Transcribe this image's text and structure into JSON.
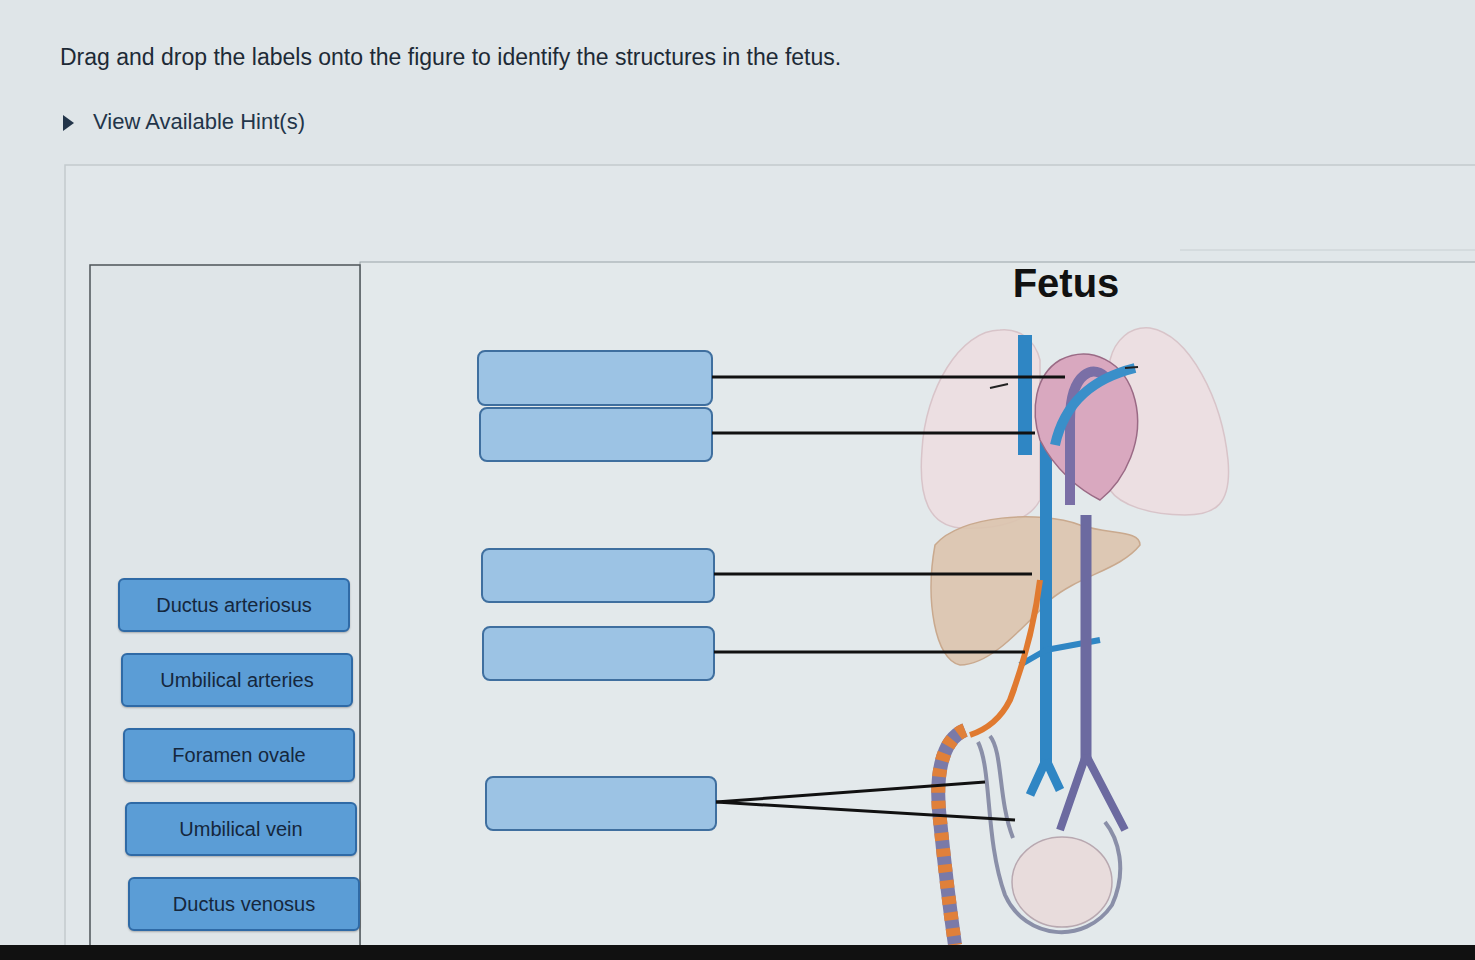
{
  "diagram": {
    "title": "Drag and drop the labels onto the figure to identify the structures in the fetus.",
    "nodes": [
      {
        "text": [
          "Ductus arteriosus"
        ]
      },
      {
        "text": [
          "Umbilical arteries"
        ]
      },
      {
        "text": [
          "Foramen ovale"
        ]
      },
      {
        "text": [
          "Umbilical vein"
        ]
      },
      {
        "text": [
          "Ductus venosus"
        ]
      }
    ],
    "labels": [
      "View Available Hint(s)",
      "Fetus"
    ]
  }
}
